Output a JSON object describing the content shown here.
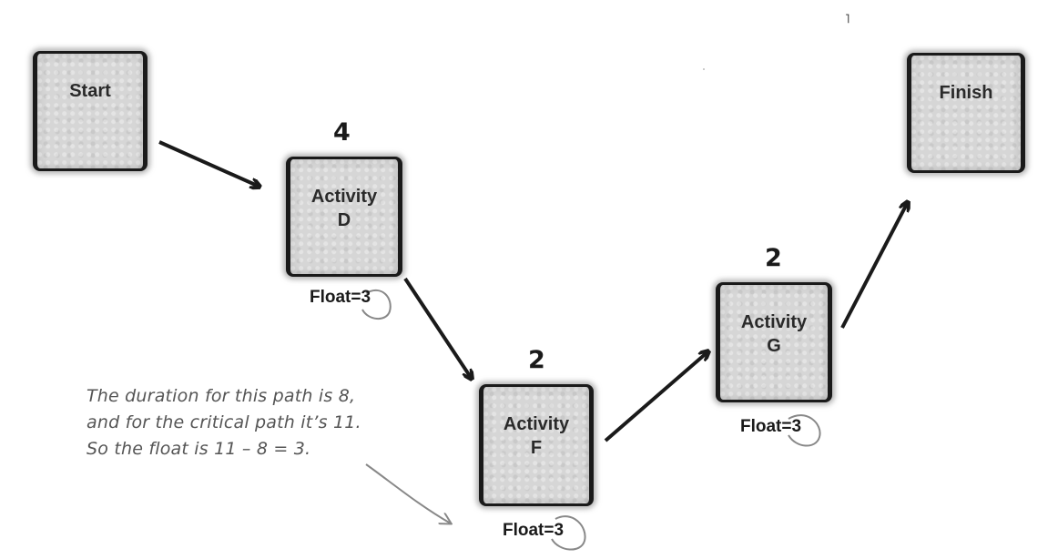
{
  "nodes": {
    "start": {
      "label": "Start"
    },
    "finish": {
      "label": "Finish"
    },
    "d": {
      "line1": "Activity",
      "line2": "D",
      "duration": "4",
      "float": "Float=3"
    },
    "f": {
      "line1": "Activity",
      "line2": "F",
      "duration": "2",
      "float": "Float=3"
    },
    "g": {
      "line1": "Activity",
      "line2": "G",
      "duration": "2",
      "float": "Float=3"
    }
  },
  "annotation": {
    "line1": "The duration for this path is 8,",
    "line2": "and for the critical path it’s 11.",
    "line3": "So the float is 11 – 8 = 3."
  },
  "stray_mark": "˥",
  "colors": {
    "node_fill": "#d6d6d6",
    "border": "#1a1a1a",
    "note": "#555555"
  }
}
